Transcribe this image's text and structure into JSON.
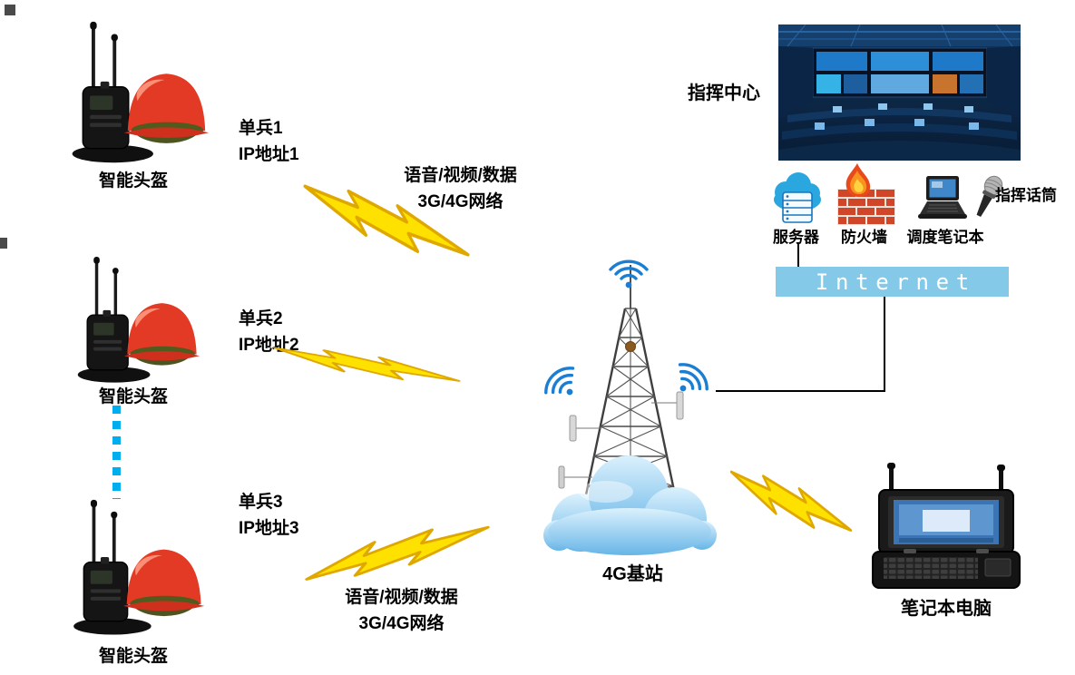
{
  "diagram": {
    "units": [
      {
        "label": "智能头盔",
        "soldier": "单兵1",
        "ip": "IP地址1"
      },
      {
        "label": "智能头盔",
        "soldier": "单兵2",
        "ip": "IP地址2"
      },
      {
        "label": "智能头盔",
        "soldier": "单兵3",
        "ip": "IP地址3"
      }
    ],
    "wireless_link_top": {
      "line1": "语音/视频/数据",
      "line2": "3G/4G网络"
    },
    "wireless_link_bottom": {
      "line1": "语音/视频/数据",
      "line2": "3G/4G网络"
    },
    "base_station_label": "4G基站",
    "command_center_label": "指挥中心",
    "server_label": "服务器",
    "firewall_label": "防火墙",
    "dispatch_laptop_label": "调度笔记本",
    "mic_label": "指挥话筒",
    "internet_label": "Internet",
    "field_laptop_label": "笔记本电脑"
  },
  "colors": {
    "bolt_fill": "#ffe100",
    "bolt_stroke": "#dfa800",
    "internet_bar": "#84c9e8",
    "dotted_line": "#00aeef",
    "helmet_red": "#e23a24",
    "wifi_blue": "#1a7fd4",
    "cloud_top": "#dbf1fd",
    "cloud_bottom": "#67b5e7"
  }
}
